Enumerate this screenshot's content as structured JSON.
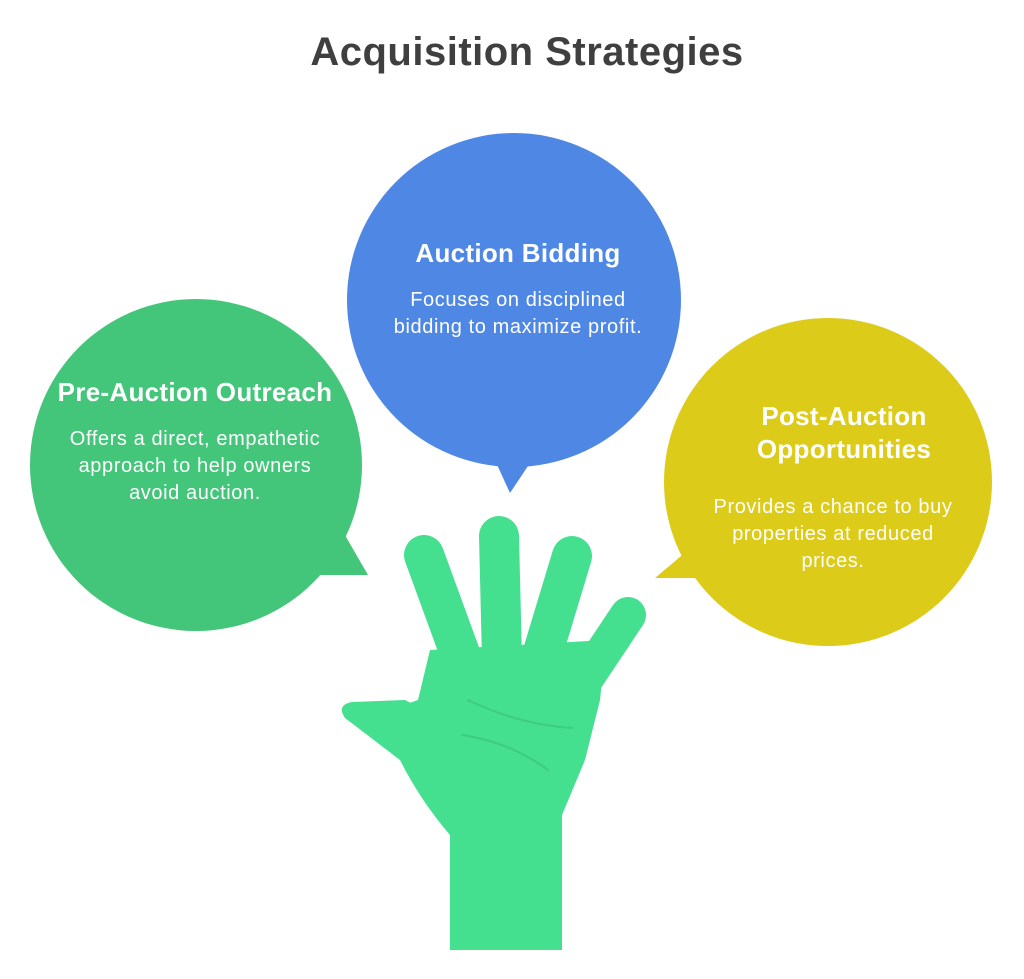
{
  "title": "Acquisition Strategies",
  "colors": {
    "left": "#43c57a",
    "center": "#4f87e5",
    "right": "#ddcb1a",
    "hand": "#45df90",
    "title": "#3f3f3f"
  },
  "strategies": [
    {
      "title": "Pre-Auction Outreach",
      "description": "Offers a direct, empathetic approach to help owners avoid auction."
    },
    {
      "title": "Auction Bidding",
      "description": "Focuses on disciplined bidding to maximize profit."
    },
    {
      "title": "Post-Auction Opportunities",
      "description": "Provides a chance to buy properties at reduced prices."
    }
  ]
}
